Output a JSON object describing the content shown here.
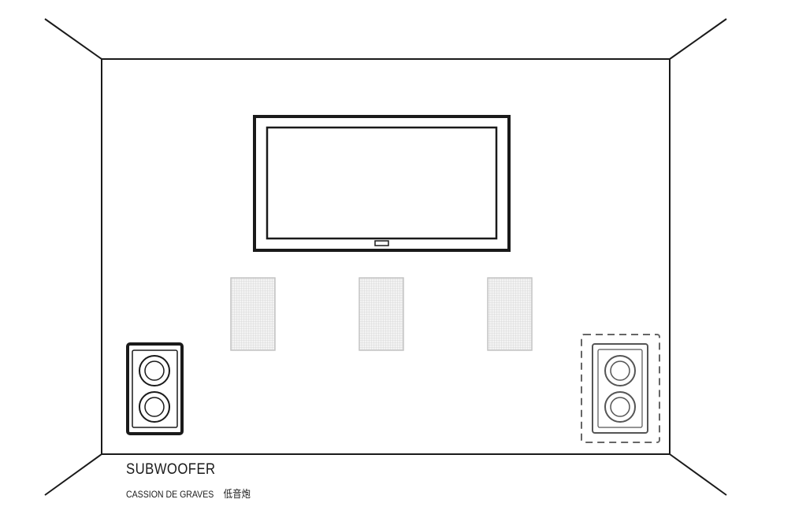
{
  "caption": {
    "title": "SUBWOOFER",
    "subtitle_fr": "CASSION DE GRAVES",
    "subtitle_zh": "低音炮"
  },
  "colors": {
    "line": "#1a1a1a",
    "speaker_grille": "#c4c4c4",
    "dashed_outline": "#666666"
  },
  "elements": {
    "tv": "wall-mounted-tv",
    "front_speakers": [
      "in-wall-speaker-left",
      "in-wall-speaker-center",
      "in-wall-speaker-right"
    ],
    "subwoofer_primary": "subwoofer-highlighted",
    "subwoofer_optional": "subwoofer-optional-dashed"
  }
}
